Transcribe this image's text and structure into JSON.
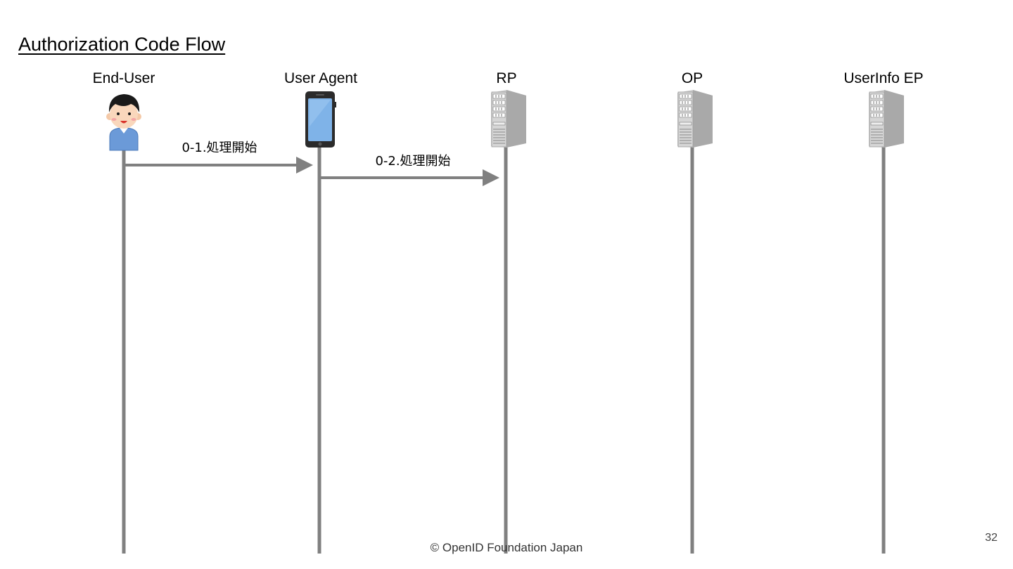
{
  "slide": {
    "title": "Authorization Code Flow",
    "footer": "© OpenID Foundation Japan",
    "page_number": "32"
  },
  "participants": [
    {
      "label": "End-User",
      "icon": "person-icon"
    },
    {
      "label": "User Agent",
      "icon": "smartphone-icon"
    },
    {
      "label": "RP",
      "icon": "server-icon"
    },
    {
      "label": "OP",
      "icon": "server-icon"
    },
    {
      "label": "UserInfo EP",
      "icon": "server-icon"
    }
  ],
  "messages": [
    {
      "label": "0-1.処理開始",
      "from": 0,
      "to": 1
    },
    {
      "label": "0-2.処理開始",
      "from": 1,
      "to": 2
    }
  ],
  "colors": {
    "lifeline": "#808080",
    "arrow": "#808080",
    "text": "#000000"
  }
}
